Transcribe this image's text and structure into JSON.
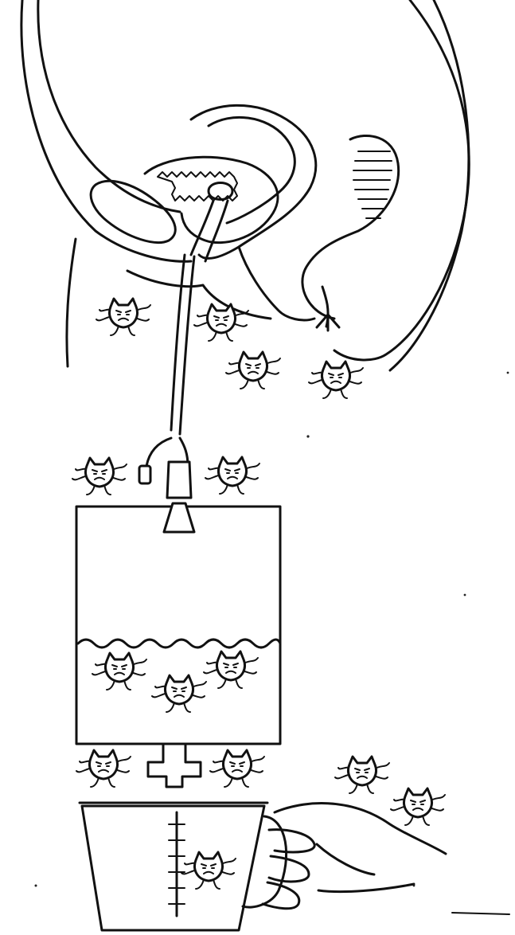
{
  "figure": {
    "kind": "line drawing",
    "colors": {
      "ink": "#111111",
      "background": "#ffffff"
    },
    "germ_count": 14,
    "germ_groups": {
      "around_body": 4,
      "at_catheter_junction": 2,
      "inside_bag": 3,
      "at_drain_spout": 2,
      "near_hand": 2,
      "in_measuring_cup": 1
    }
  }
}
